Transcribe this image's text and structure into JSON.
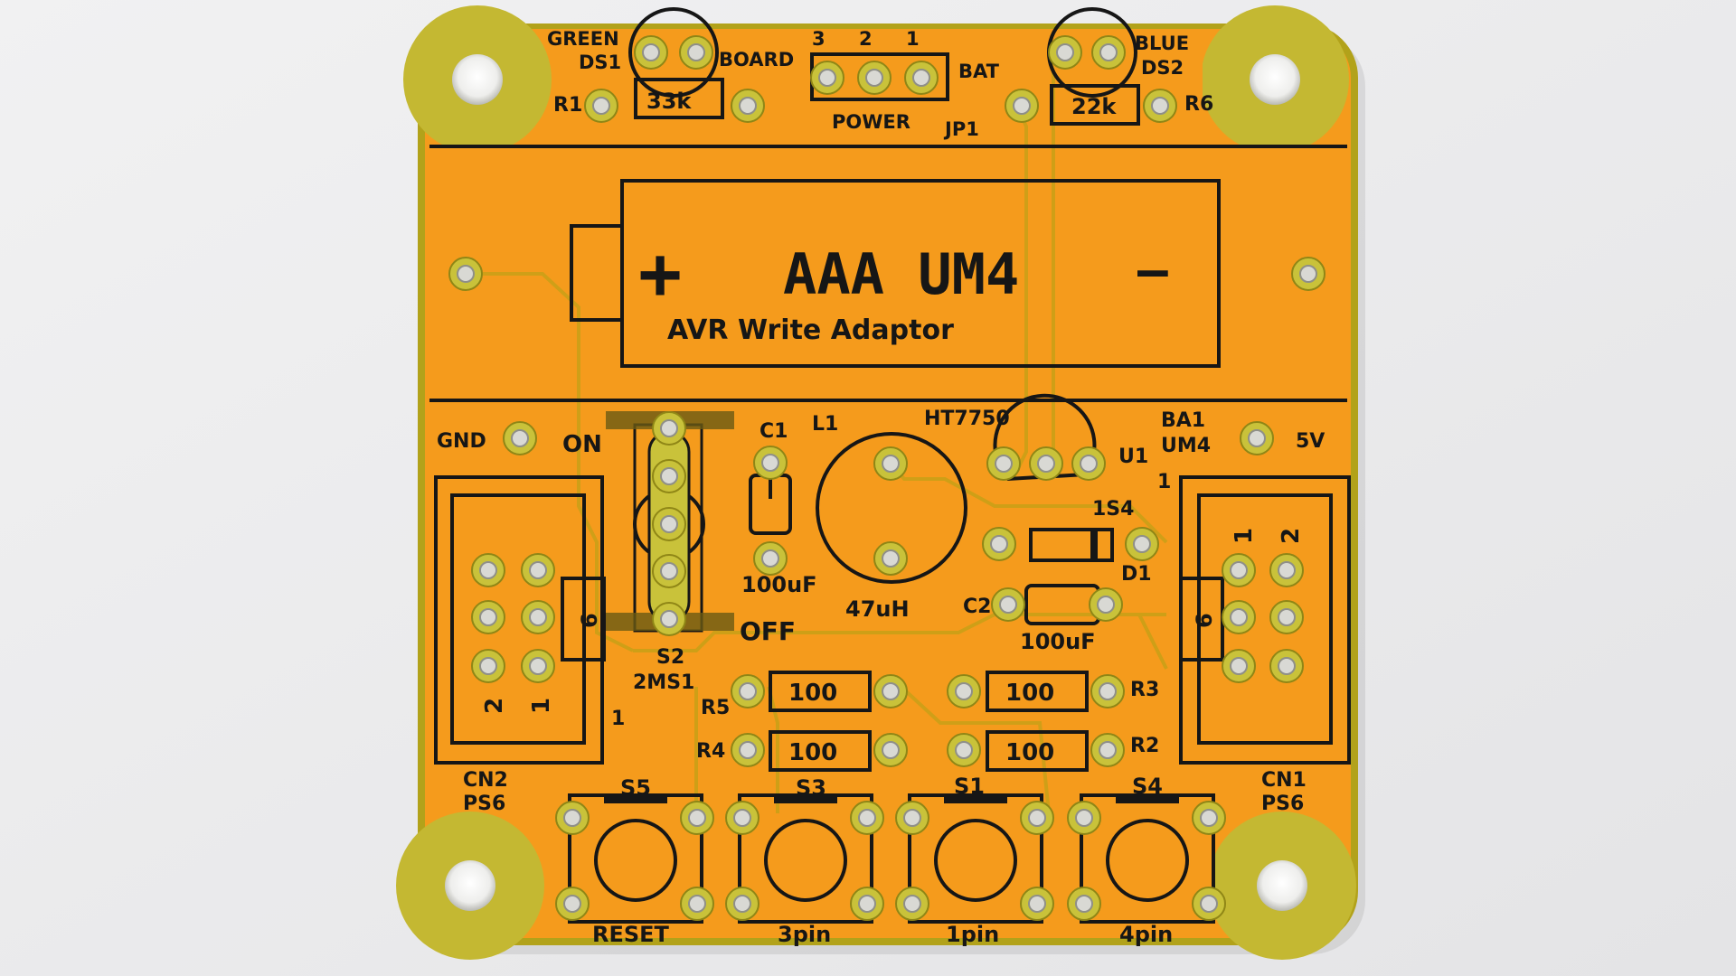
{
  "colors": {
    "background": "#ececee",
    "board": "#f59b1c",
    "board_edge": "#b2a21a",
    "copper_pad": "#c9c23a",
    "silkscreen": "#161616",
    "hole_plating": "#d9d9d4"
  },
  "board": {
    "top_labels": {
      "green": "GREEN",
      "ds1": "DS1",
      "board": "BOARD",
      "r1": "R1",
      "r1_value": "33k",
      "pin3": "3",
      "pin2": "2",
      "pin1": "1",
      "bat": "BAT",
      "power": "POWER",
      "jp1": "JP1",
      "blue": "BLUE",
      "ds2": "DS2",
      "r6": "R6",
      "r6_value": "22k"
    },
    "battery": {
      "plus": "+",
      "type": "AAA UM4",
      "minus": "—",
      "subtitle": "AVR Write Adaptor"
    },
    "mid_labels": {
      "gnd": "GND",
      "on": "ON",
      "off": "OFF",
      "c1": "C1",
      "c1_value": "100uF",
      "l1": "L1",
      "l1_value": "47uH",
      "ht7750": "HT7750",
      "u1": "U1",
      "ba1": "BA1",
      "um4": "UM4",
      "v5": "5V",
      "d1_name": "1S4",
      "d1": "D1",
      "c2": "C2",
      "c2_value": "100uF",
      "s2": "S2",
      "s2_name": "2MS1"
    },
    "resistors": {
      "r5": "R5",
      "r4": "R4",
      "r3": "R3",
      "r2": "R2",
      "value_r5": "100",
      "value_r4": "100",
      "value_r3": "100",
      "value_r2": "100"
    },
    "connectors": {
      "cn2": "CN2",
      "cn2_type": "PS6",
      "cn2_pin_a": "2",
      "cn2_pin_b": "1",
      "cn2_key": "6",
      "cn2_one": "1",
      "cn1": "CN1",
      "cn1_type": "PS6",
      "cn1_pin_a": "1",
      "cn1_pin_b": "2",
      "cn1_key": "6",
      "cn1_one": "1"
    },
    "switches": {
      "s5": "S5",
      "s3": "S3",
      "s1": "S1",
      "s4": "S4",
      "s5_func": "RESET",
      "s3_func": "3pin",
      "s1_func": "1pin",
      "s4_func": "4pin"
    }
  }
}
